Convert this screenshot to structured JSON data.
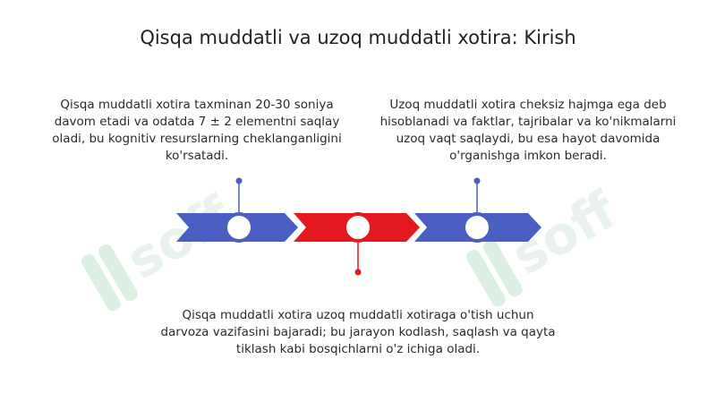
{
  "title": "Qisqa muddatli va uzoq muddatli xotira: Kirish",
  "watermark": "soff",
  "colors": {
    "blue": "#4a5fc1",
    "red": "#e5181e",
    "watermark": "#d8efe1"
  },
  "blocks": {
    "left": {
      "lines": [
        "Qisqa muddatli xotira taxminan 20-30 soniya",
        "davom etadi va odatda 7 ± 2 elementni saqlay",
        "oladi, bu kognitiv resurslarning cheklanganligini",
        "ko'rsatadi."
      ]
    },
    "right": {
      "lines": [
        "Uzoq muddatli xotira cheksiz hajmga ega deb",
        "hisoblanadi va faktlar, tajribalar va ko'nikmalarni",
        "uzoq vaqt saqlaydi, bu esa hayot davomida",
        "o'rganishga imkon beradi."
      ]
    },
    "bottom": {
      "lines": [
        "Qisqa muddatli xotira uzoq muddatli xotiraga o'tish uchun",
        "darvoza vazifasini bajaradi; bu jarayon kodlash, saqlash va qayta",
        "tiklash kabi bosqichlarni o'z ichiga oladi."
      ]
    }
  }
}
